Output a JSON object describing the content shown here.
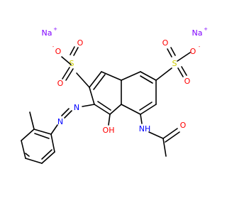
{
  "molecule": {
    "atoms": {
      "na_left": {
        "text": "Na",
        "charge": "+"
      },
      "na_right": {
        "text": "Na",
        "charge": "+"
      },
      "o_left_anion": {
        "text": "O",
        "charge": "-"
      },
      "s_left": {
        "text": "S"
      },
      "o_left_top": {
        "text": "O"
      },
      "o_left_bottom": {
        "text": "O"
      },
      "o_right_anion": {
        "text": "O",
        "charge": "-"
      },
      "s_right": {
        "text": "S"
      },
      "o_right_top": {
        "text": "O"
      },
      "o_right_bottom": {
        "text": "O"
      },
      "n_azo_1": {
        "text": "N"
      },
      "n_azo_2": {
        "text": "N"
      },
      "hydroxyl": {
        "text": "OH"
      },
      "amide_n": {
        "text": "NH"
      },
      "amide_o": {
        "text": "O"
      }
    },
    "colors": {
      "bond": "#000000",
      "oxygen": "#ff0000",
      "nitrogen": "#0000ff",
      "sulfur": "#cccc00",
      "sodium": "#7f00ff"
    }
  }
}
